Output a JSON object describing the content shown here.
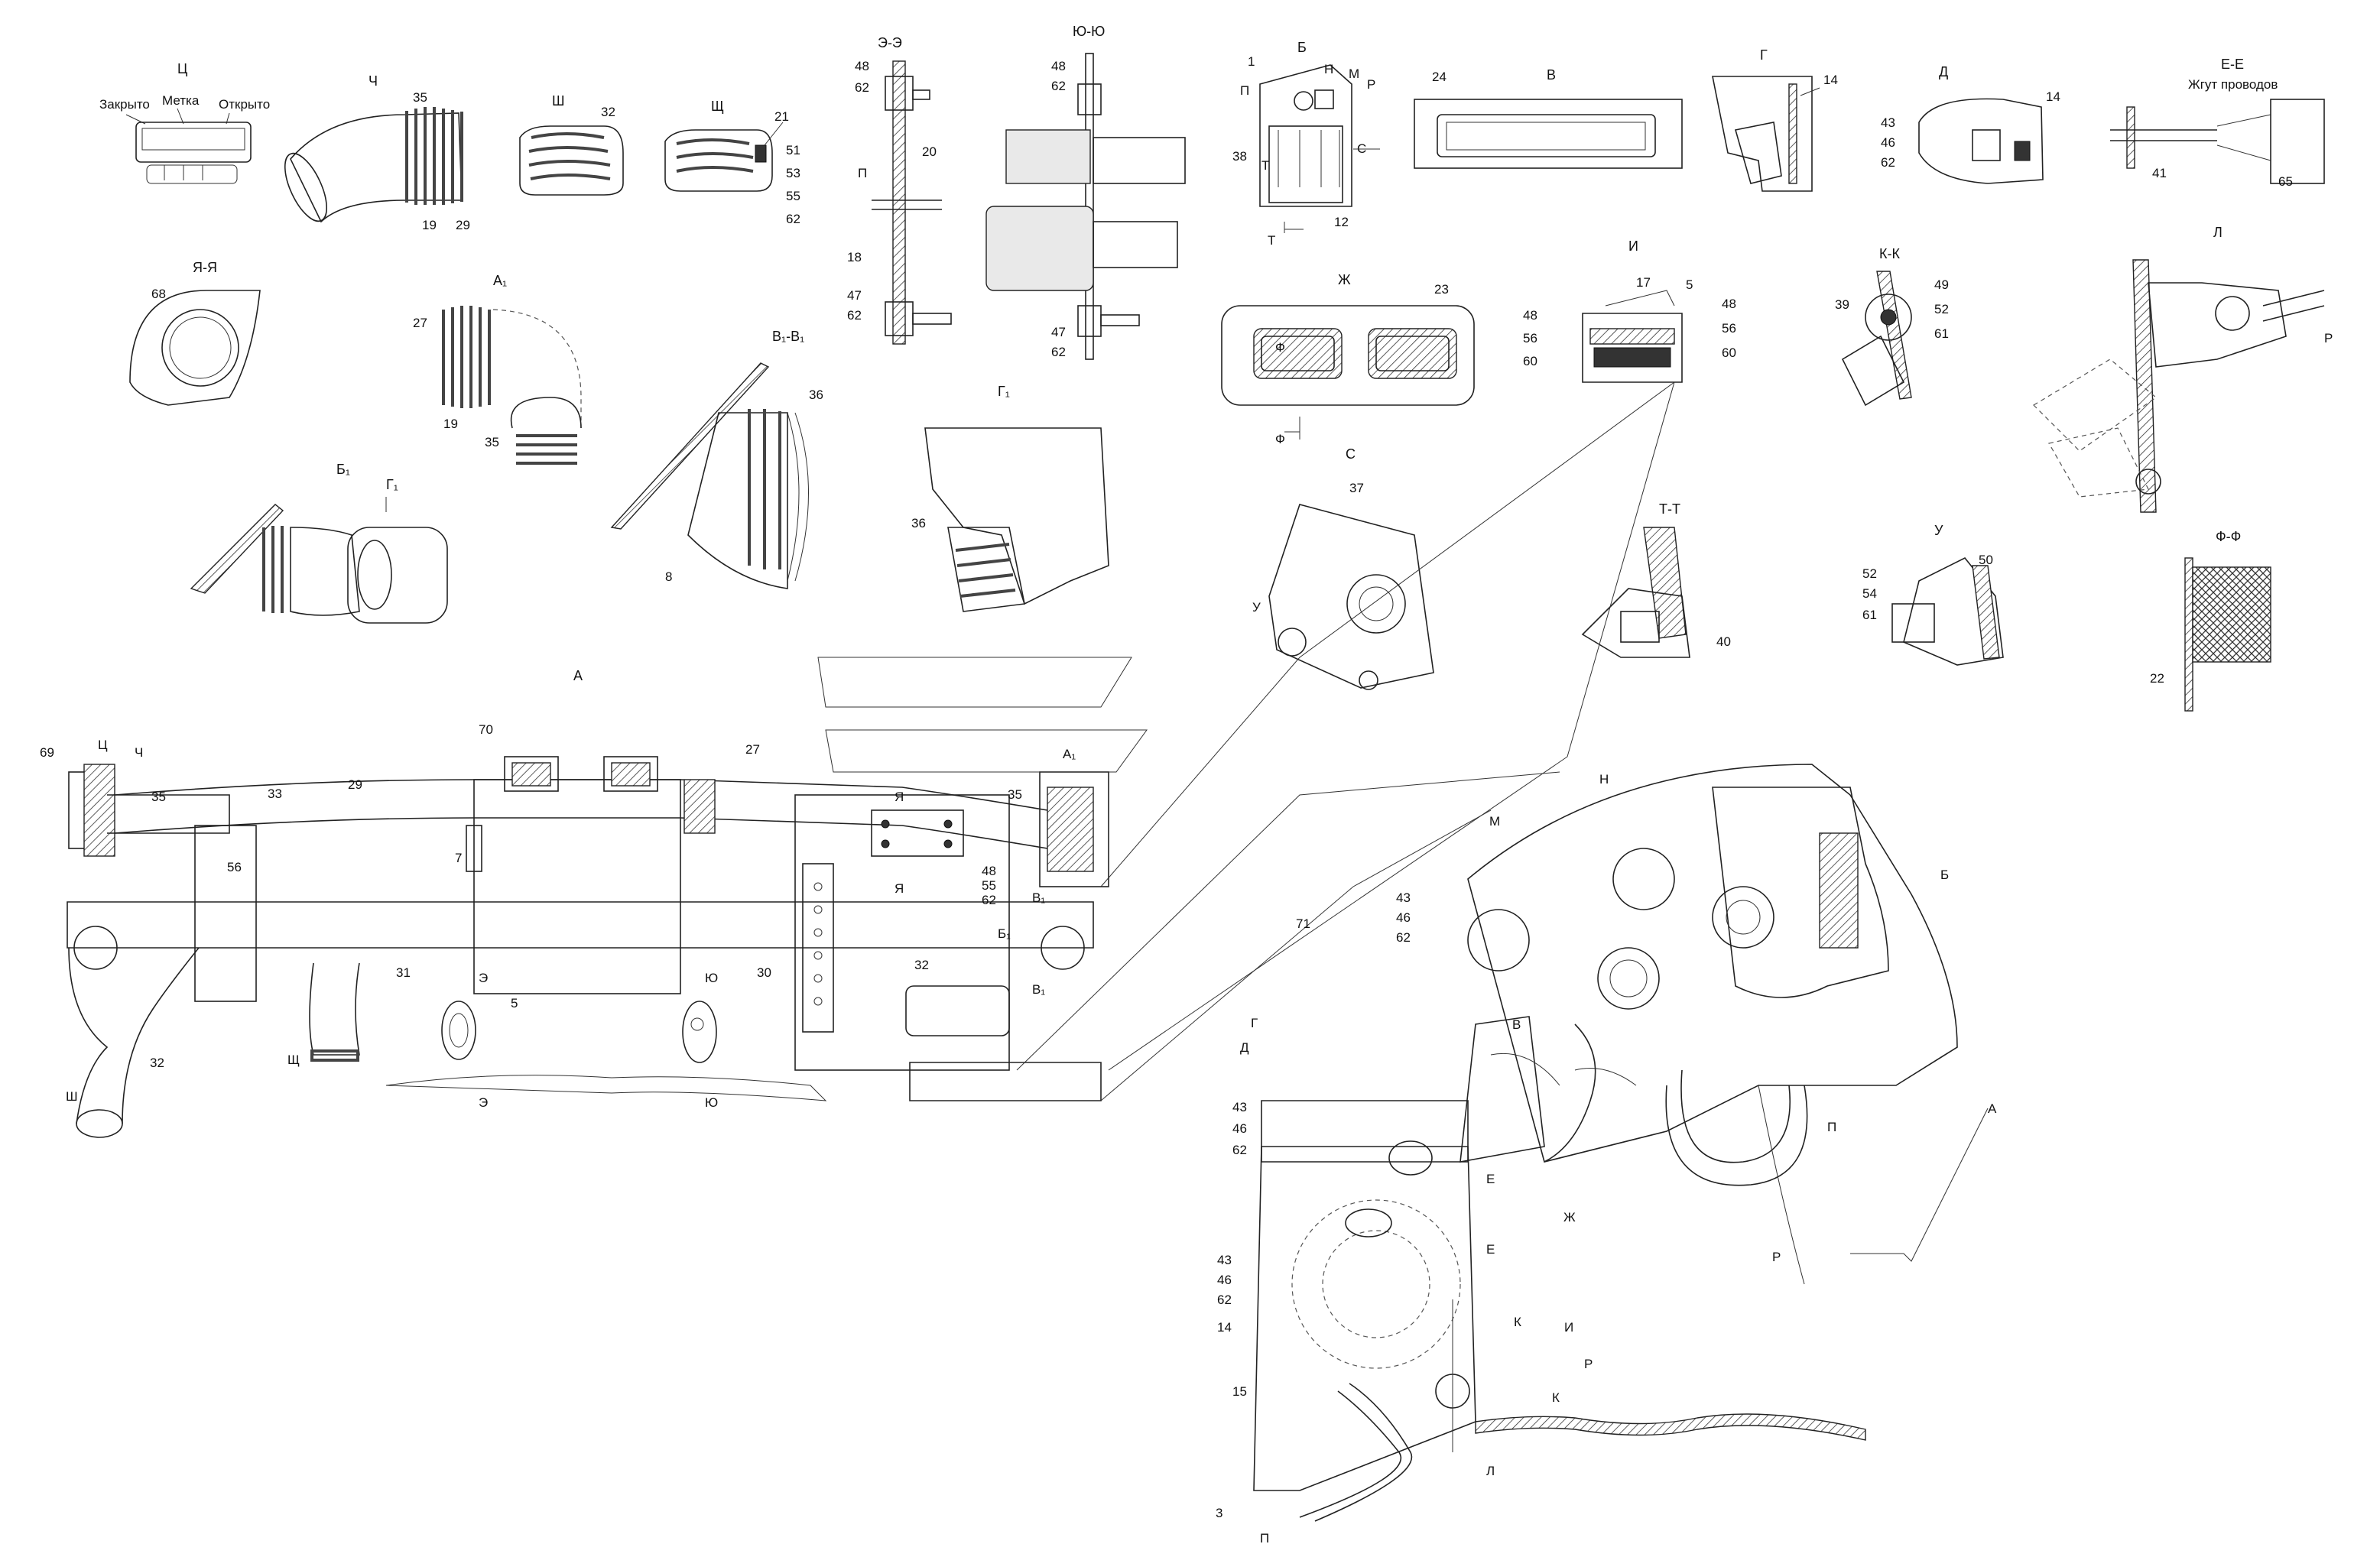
{
  "views": {
    "ts": "Ц",
    "ch": "Ч",
    "sh": "Ш",
    "shch": "Щ",
    "ee_sec": "Э-Э",
    "yuyu": "Ю-Ю",
    "b": "Б",
    "v": "В",
    "g": "Г",
    "d": "Д",
    "ee": "Е-Е",
    "yaya": "Я-Я",
    "a1": "А₁",
    "v1v1": "В₁-В₁",
    "b1": "Б₁",
    "g1_arrow": "Г₁",
    "g1": "Г₁",
    "zh": "Ж",
    "i": "И",
    "kk": "К-К",
    "l": "Л",
    "s": "С",
    "tt": "Т-Т",
    "u": "У",
    "ff": "Ф-Ф",
    "a": "А"
  },
  "texts": {
    "closed": "Закрыто",
    "mark": "Метка",
    "open": "Открыто",
    "harness": "Жгут проводов"
  },
  "callouts": {
    "c35a": "35",
    "c32a": "32",
    "c21": "21",
    "c19a": "19",
    "c29a": "29",
    "c51": "51",
    "c53": "53",
    "c55a": "55",
    "c62a": "62",
    "c48a": "48",
    "c62b": "62",
    "c20": "20",
    "cP1": "П",
    "c18": "18",
    "c47a": "47",
    "c62c": "62",
    "c48b": "48",
    "c62d": "62",
    "c47b": "47",
    "c62e": "62",
    "c1": "1",
    "cN1": "Н",
    "cM1": "М",
    "cP2": "П",
    "cR1": "Р",
    "c38": "38",
    "cT1": "Т",
    "cS1": "С",
    "c12": "12",
    "cT2": "Т",
    "c24": "24",
    "c14a": "14",
    "c43a": "43",
    "c46a": "46",
    "c62f": "62",
    "c14b": "14",
    "c41": "41",
    "c65": "65",
    "c68": "68",
    "c27a": "27",
    "c19b": "19",
    "c35b": "35",
    "c36a": "36",
    "c8": "8",
    "c36b": "36",
    "c23": "23",
    "cF1": "Ф",
    "cF2": "Ф",
    "c17": "17",
    "c5a": "5",
    "c48c": "48",
    "c56a": "56",
    "c60a": "60",
    "c48d": "48",
    "c56b": "56",
    "c60b": "60",
    "c39": "39",
    "c49": "49",
    "c52a": "52",
    "c61a": "61",
    "cR2": "Р",
    "c37": "37",
    "cU1": "У",
    "c40": "40",
    "c52b": "52",
    "c54": "54",
    "c61b": "61",
    "c50": "50",
    "c22": "22",
    "c69": "69",
    "cTs2": "Ц",
    "cCh2": "Ч",
    "c70": "70",
    "c27b": "27",
    "c29b": "29",
    "c33": "33",
    "c35c": "35",
    "c56c": "56",
    "c35d": "35",
    "cA1b": "А₁",
    "cYa1": "Я",
    "cYa2": "Я",
    "c48e": "48",
    "c55b": "55",
    "c62g": "62",
    "cV1a": "В₁",
    "cB1b": "Б₁",
    "cV1b": "В₁",
    "c7": "7",
    "c31": "31",
    "c30": "30",
    "c32b": "32",
    "c32c": "32",
    "c5b": "5",
    "cE1": "Э",
    "cYu1": "Ю",
    "cE2": "Э",
    "cYu2": "Ю",
    "cShch2": "Щ",
    "cSh2": "Ш",
    "cN2": "Н",
    "cM2": "М",
    "cB2": "Б",
    "c71": "71",
    "c43b": "43",
    "c46b": "46",
    "c62h": "62",
    "cV2": "В",
    "cG2": "Г",
    "cD2": "Д",
    "c43c": "43",
    "c46c": "46",
    "c62i": "62",
    "cE3": "Е",
    "cZh2": "Ж",
    "cE4": "Е",
    "cP3": "П",
    "cA2": "А",
    "cR3": "Р",
    "c43d": "43",
    "c46d": "46",
    "c62j": "62",
    "c14c": "14",
    "cI2": "И",
    "cK1": "К",
    "c15": "15",
    "cR4": "Р",
    "cK2": "К",
    "cL2": "Л",
    "c3": "3",
    "cP4": "П"
  }
}
